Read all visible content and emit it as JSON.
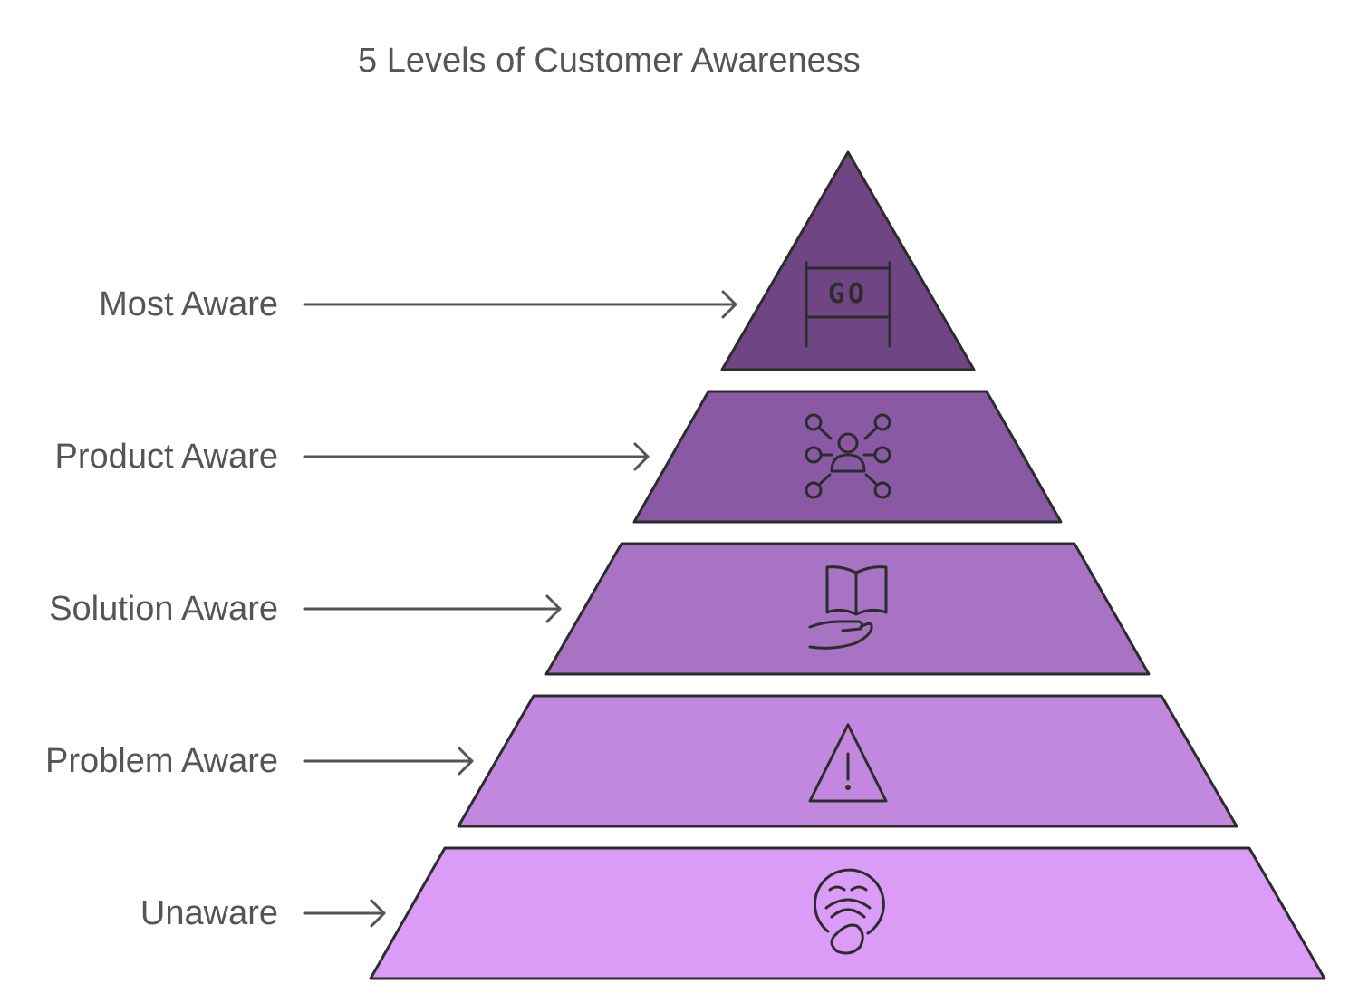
{
  "title": "5 Levels of Customer Awareness",
  "colors": {
    "level_1": "#6f4583",
    "level_2": "#8a59a3",
    "level_3": "#a973c4",
    "level_4": "#c287de",
    "level_5": "#db9cf7",
    "outline": "#2c2c2c",
    "text": "#555555",
    "arrow": "#555555"
  },
  "levels": [
    {
      "label": "Most Aware",
      "icon": "go-sign-icon",
      "icon_text": "GO"
    },
    {
      "label": "Product Aware",
      "icon": "network-person-icon"
    },
    {
      "label": "Solution Aware",
      "icon": "hand-book-icon"
    },
    {
      "label": "Problem Aware",
      "icon": "warning-triangle-icon"
    },
    {
      "label": "Unaware",
      "icon": "sleeping-face-icon"
    }
  ]
}
